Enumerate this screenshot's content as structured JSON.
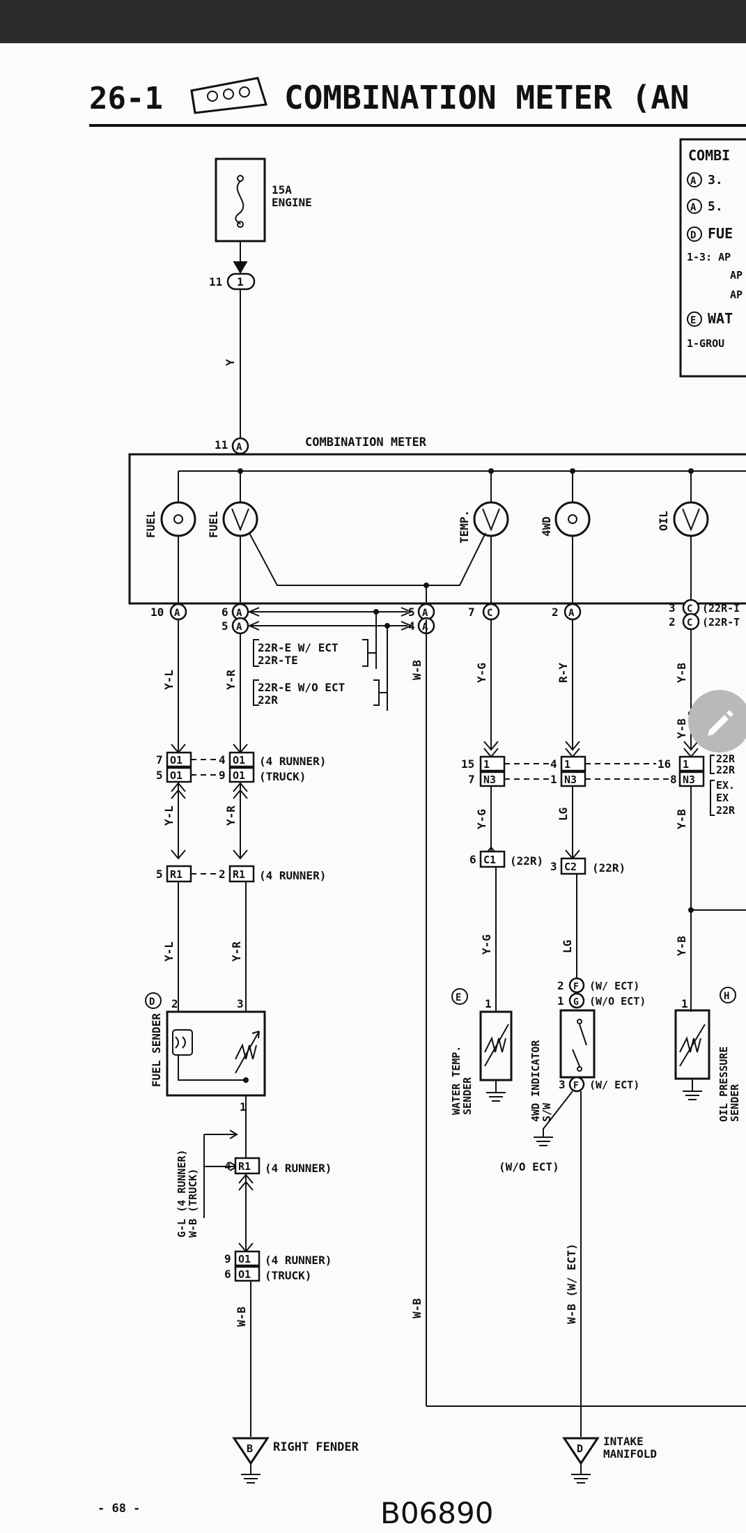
{
  "header": {
    "section": "26-1",
    "title": "COMBINATION METER (AN"
  },
  "fuse": {
    "amp": "15A",
    "name": "ENGINE",
    "pin": "11",
    "conn": "1"
  },
  "labels": {
    "combination_meter": "COMBINATION METER",
    "fuel1": "FUEL",
    "fuel2": "FUEL",
    "temp": "TEMP.",
    "fwd": "4WD",
    "oil": "OIL",
    "c11": "11",
    "cA": "A",
    "p10": "10",
    "p6": "6",
    "p5": "5",
    "p5b": "5",
    "p4": "4",
    "p7": "7",
    "p2": "2",
    "p3": "3",
    "p2b": "2",
    "c22r1": "(22R-I",
    "c22r2": "(22R-T",
    "ect1": "22R-E W/ ECT",
    "ect2": "22R-TE",
    "ect3": "22R-E W/O ECT",
    "ect4": "22R",
    "wire_y": "Y",
    "wire_yl": "Y-L",
    "wire_yr": "Y-R",
    "wire_wb": "W-B",
    "wire_yg": "Y-G",
    "wire_ry": "R-Y",
    "wire_yb": "Y-B",
    "wire_lg": "LG",
    "o1": "O1",
    "n1": "1",
    "n3": "N3",
    "r1": "R1",
    "c1": "C1",
    "c2": "C2",
    "runner": "(4 RUNNER)",
    "truck": "(TRUCK)",
    "r22": "(22R)",
    "n7": "7",
    "n5": "5",
    "n4": "4",
    "n9": "9",
    "n15": "15",
    "n7b": "7",
    "n4b": "4",
    "n16": "16",
    "n8": "8",
    "r5": "5",
    "r2": "2",
    "c6": "6",
    "c3": "3",
    "side22a": "22R",
    "side22b": "22R",
    "ex1": "EX.",
    "ex2": "EX",
    "side22c": "22R",
    "d": "D",
    "e": "E",
    "h": "H",
    "fuel_sender": "FUEL SENDER",
    "water_temp": "WATER TEMP.",
    "sender": "SENDER",
    "ind1": "4WD INDICATOR",
    "ind2": "S/W",
    "oil1": "OIL PRESSURE",
    "oil2": "SENDER",
    "f_ect": "(W/ ECT)",
    "g_woect": "(W/O ECT)",
    "f_ect2": "(W/ ECT)",
    "woect": "(W/O ECT)",
    "gl": "G-L (4 RUNNER)",
    "wb_truck": "W-B (TRUCK)",
    "wb_ect": "W-B (W/ ECT)",
    "right_fender": "RIGHT FENDER",
    "intake1": "INTAKE",
    "intake2": "MANIFOLD",
    "gB": "B",
    "gD": "D",
    "page": "- 68 -",
    "code": "B06890",
    "fs2": "2",
    "fs3": "3",
    "fs1": "1",
    "wt1": "1",
    "sw2": "2",
    "sw1": "1",
    "sw3": "3",
    "op1": "1",
    "cF": "F",
    "cG": "G",
    "cF2": "F",
    "cC": "C",
    "cA2": "A"
  },
  "legend": {
    "title": "COMBI",
    "row1": "3.",
    "row2": "5.",
    "fuel": "FUE",
    "r13": "1-3: AP",
    "ap1": "AP",
    "ap2": "AP",
    "wat": "WAT",
    "ground": "1-GROU",
    "cA1": "A",
    "cA2": "A",
    "cD": "D",
    "cE": "E"
  }
}
